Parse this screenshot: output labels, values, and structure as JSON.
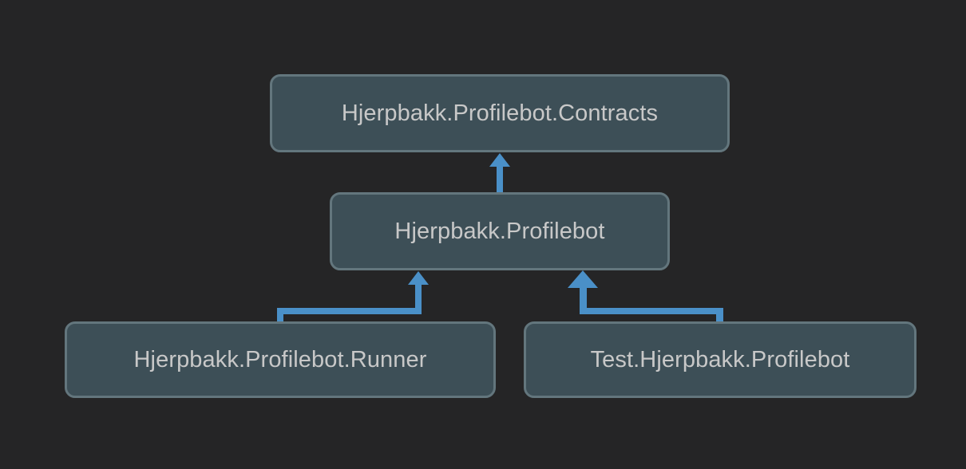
{
  "diagram": {
    "type": "dependency-graph",
    "title": "",
    "background_color": "#252526",
    "node_fill_color": "#3d4f57",
    "node_border_color": "#63767d",
    "node_text_color": "#c8c8c8",
    "edge_color": "#4a90c8",
    "nodes": [
      {
        "id": "contracts",
        "label": "Hjerpbakk.Profilebot.Contracts",
        "level": 0
      },
      {
        "id": "profilebot",
        "label": "Hjerpbakk.Profilebot",
        "level": 1
      },
      {
        "id": "runner",
        "label": "Hjerpbakk.Profilebot.Runner",
        "level": 2
      },
      {
        "id": "test",
        "label": "Test.Hjerpbakk.Profilebot",
        "level": 2
      }
    ],
    "edges": [
      {
        "from": "profilebot",
        "to": "contracts",
        "style": "arrow-up"
      },
      {
        "from": "runner",
        "to": "profilebot",
        "style": "arrow-up-elbow"
      },
      {
        "from": "test",
        "to": "profilebot",
        "style": "arrow-up-elbow"
      }
    ]
  }
}
